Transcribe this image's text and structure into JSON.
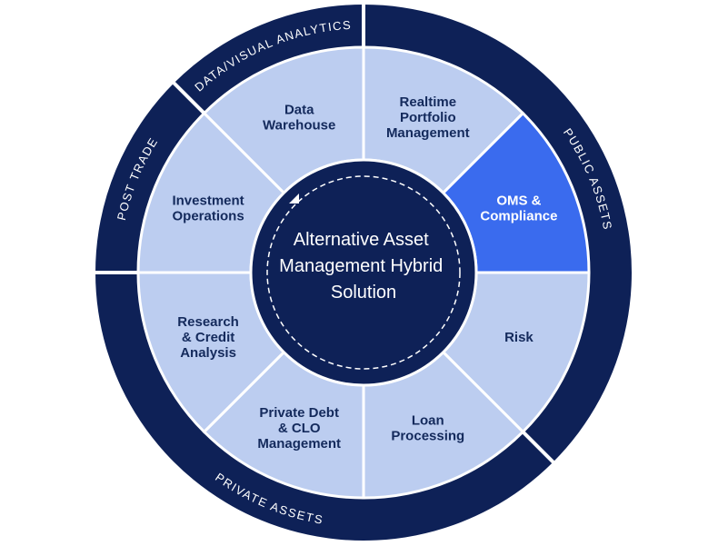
{
  "colors": {
    "navy": "#0e2157",
    "segment": "#bccdf0",
    "highlight": "#3a6bee",
    "segment_text": "#142a5c",
    "white": "#ffffff"
  },
  "center": {
    "title_lines": [
      "Alternative Asset",
      "Management Hybrid",
      "Solution"
    ],
    "icon": "cycle-arrow-icon"
  },
  "segments": [
    {
      "id": "data-warehouse",
      "lines": [
        "Data",
        "Warehouse"
      ],
      "highlighted": false
    },
    {
      "id": "realtime-portfolio-management",
      "lines": [
        "Realtime",
        "Portfolio",
        "Management"
      ],
      "highlighted": false
    },
    {
      "id": "oms-compliance",
      "lines": [
        "OMS &",
        "Compliance"
      ],
      "highlighted": true
    },
    {
      "id": "risk",
      "lines": [
        "Risk"
      ],
      "highlighted": false
    },
    {
      "id": "loan-processing",
      "lines": [
        "Loan",
        "Processing"
      ],
      "highlighted": false
    },
    {
      "id": "private-debt-clo-management",
      "lines": [
        "Private Debt",
        "& CLO",
        "Management"
      ],
      "highlighted": false
    },
    {
      "id": "research-credit-analysis",
      "lines": [
        "Research",
        "& Credit",
        "Analysis"
      ],
      "highlighted": false
    },
    {
      "id": "investment-operations",
      "lines": [
        "Investment",
        "Operations"
      ],
      "highlighted": false
    }
  ],
  "ring_groups": [
    {
      "id": "data-visual-analytics",
      "label": "DATA/VISUAL ANALYTICS"
    },
    {
      "id": "public-assets",
      "label": "PUBLIC ASSETS"
    },
    {
      "id": "private-assets",
      "label": "PRIVATE ASSETS"
    },
    {
      "id": "post-trade",
      "label": "POST TRADE"
    }
  ]
}
